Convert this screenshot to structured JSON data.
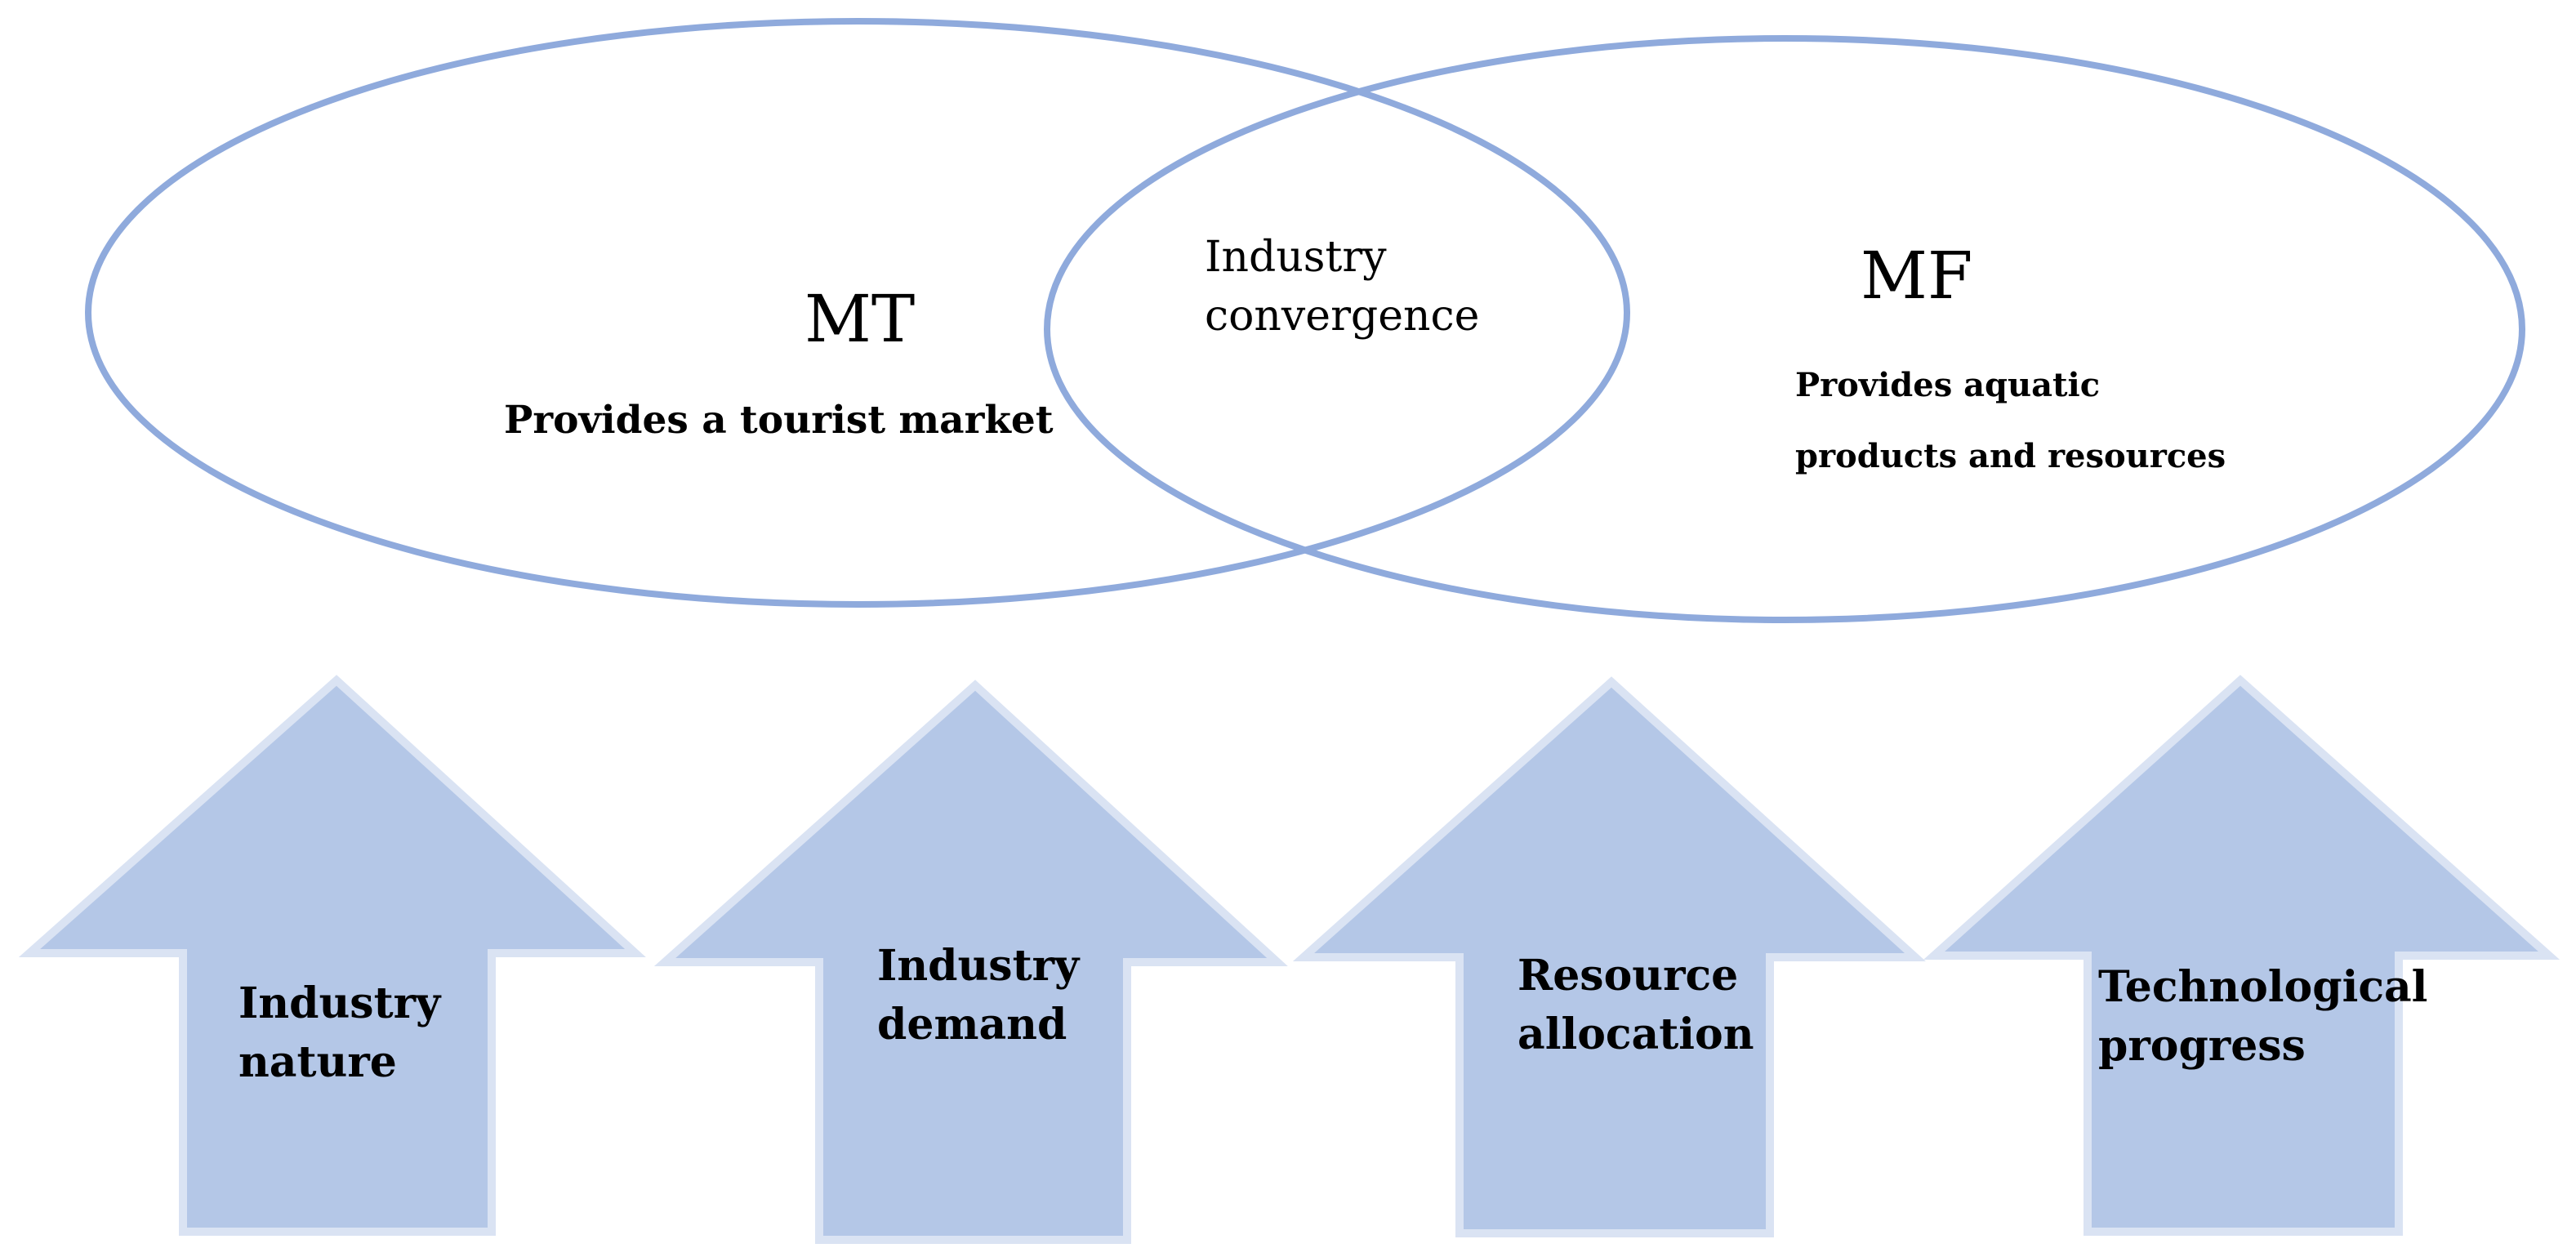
{
  "colors": {
    "ellipse_stroke": "#8faadc",
    "arrow_fill": "#b4c7e7",
    "arrow_stroke": "#dae3f3",
    "text": "#000000"
  },
  "left_circle": {
    "title": "MT",
    "description": "Provides a tourist market"
  },
  "right_circle": {
    "title": "MF",
    "description_line1": "Provides aquatic",
    "description_line2": "products and resources"
  },
  "overlap": {
    "line1": "Industry",
    "line2": "convergence"
  },
  "arrows": [
    {
      "line1": "Industry",
      "line2": "nature"
    },
    {
      "line1": "Industry",
      "line2": "demand"
    },
    {
      "line1": "Resource",
      "line2": "allocation"
    },
    {
      "line1": "Technological",
      "line2": "progress"
    }
  ]
}
